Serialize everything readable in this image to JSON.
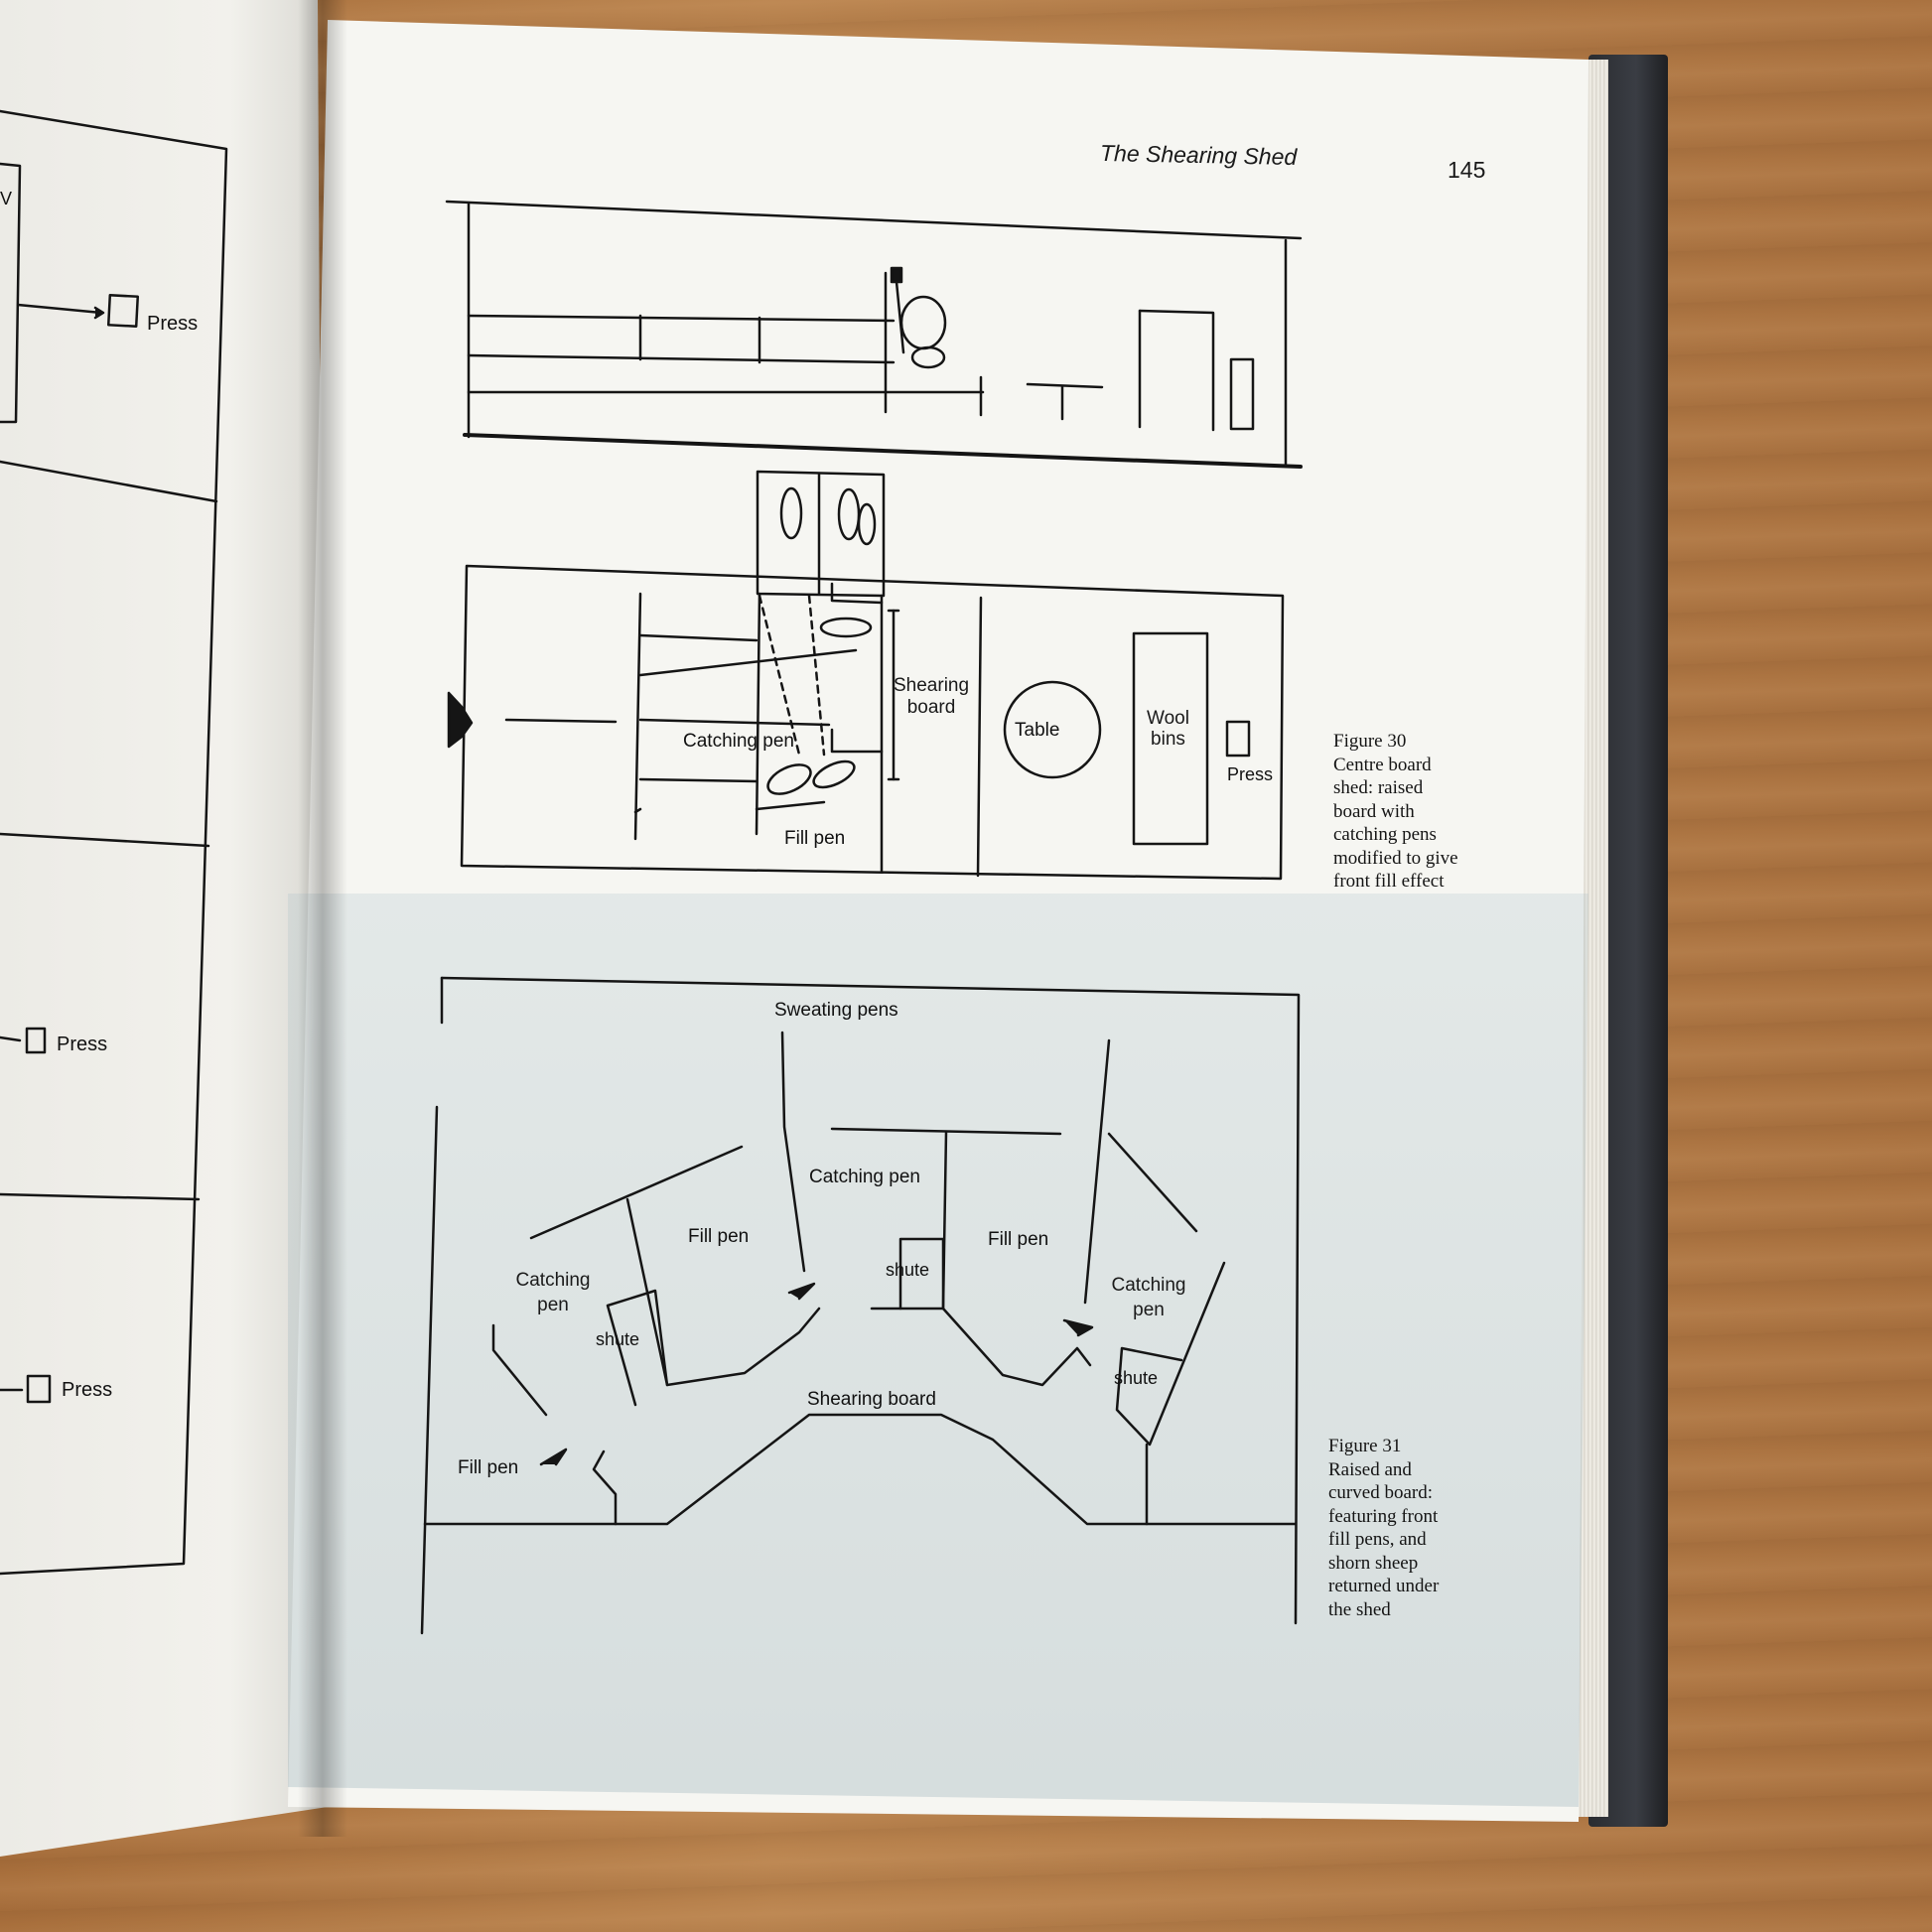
{
  "header": {
    "running_title": "The Shearing Shed",
    "page_number": "145"
  },
  "left_page": {
    "labels": [
      "Press",
      "Press",
      "Press"
    ],
    "cut_letter": "V"
  },
  "figure30": {
    "caption": "Figure 30\nCentre board\nshed: raised\nboard with\ncatching pens\nmodified to give\nfront fill effect",
    "labels": {
      "shearing_board": "Shearing\nboard",
      "table": "Table",
      "wool_bins": "Wool\nbins",
      "press": "Press",
      "catching_pen": "Catching pen",
      "fill_pen": "Fill pen"
    }
  },
  "figure31": {
    "caption": "Figure 31\nRaised and\ncurved board:\nfeaturing front\nfill pens, and\nshorn sheep\nreturned under\nthe shed",
    "labels": {
      "sweating_pens": "Sweating pens",
      "catching_pen_top": "Catching pen",
      "fill_pen_left": "Fill pen",
      "fill_pen_right": "Fill pen",
      "catching_pen_left": "Catching\npen",
      "catching_pen_right": "Catching\npen",
      "shute_left": "shute",
      "shute_mid": "shute",
      "shute_right": "shute",
      "shearing_board": "Shearing board",
      "fill_pen_bottom": "Fill pen"
    }
  }
}
